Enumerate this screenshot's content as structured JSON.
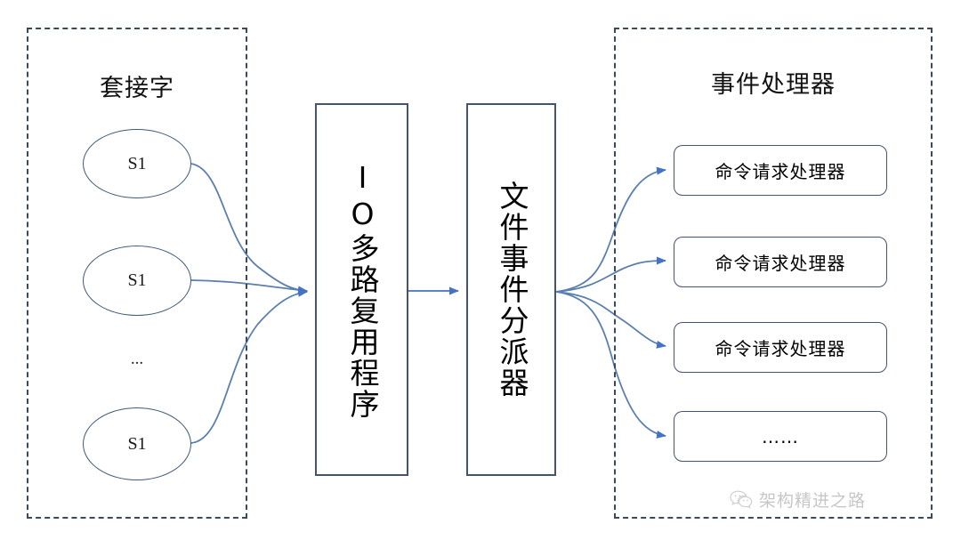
{
  "diagram": {
    "title_left": "套接字",
    "title_right": "事件处理器",
    "socket_nodes": [
      {
        "label": "S1"
      },
      {
        "label": "S1"
      },
      {
        "label": "S1"
      }
    ],
    "socket_ellipsis": "...",
    "middle_boxes": [
      {
        "label": "IO多路复用程序"
      },
      {
        "label": "文件事件分派器"
      }
    ],
    "handlers": [
      {
        "label": "命令请求处理器"
      },
      {
        "label": "命令请求处理器"
      },
      {
        "label": "命令请求处理器"
      },
      {
        "label": "……"
      }
    ],
    "watermark": {
      "text": "架构精进之路",
      "icon": "wechat-icon"
    },
    "colors": {
      "group_border": "#3b4a5a",
      "box_border": "#44546a",
      "ellipse_border": "#3e5a77",
      "arrow": "#4472c4",
      "curve": "#5b7fae",
      "text": "#000000",
      "background": "#ffffff"
    }
  }
}
